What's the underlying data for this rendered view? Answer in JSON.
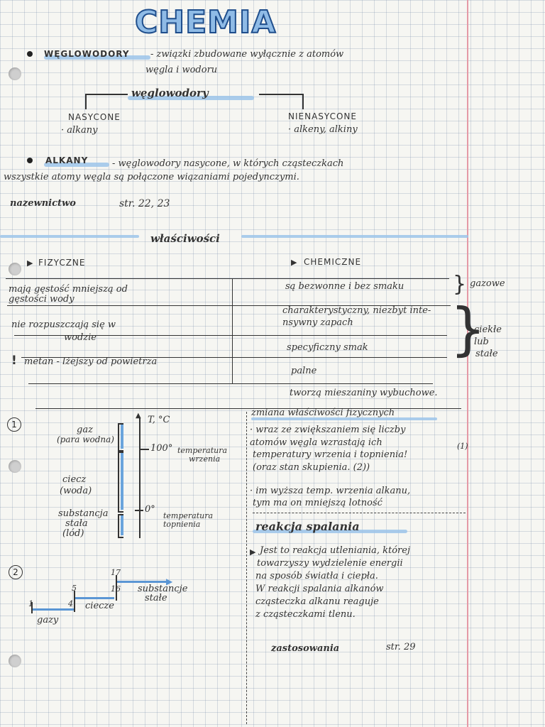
{
  "title": "CHEMIA",
  "section1": {
    "term": "WĘGLOWODORY",
    "def_line1": "- związki zbudowane wyłącznie z atomów",
    "def_line2": "węgla i wodoru"
  },
  "classification": {
    "center": "węglowodory",
    "left_title": "NASYCONE",
    "left_sub": "· alkany",
    "right_title": "NIENASYCONE",
    "right_sub": "· alkeny, alkiny"
  },
  "section2": {
    "term": "ALKANY",
    "def_line1": "- węglowodory nasycone, w których cząsteczkach",
    "def_line2": "wszystkie atomy węgla są połączone wiązaniami pojedynczymi."
  },
  "naming": {
    "label": "nazewnictwo",
    "ref": "str. 22, 23"
  },
  "properties": {
    "title": "właściwości",
    "physical_head": "FIZYCZNE",
    "chemical_head": "CHEMICZNE",
    "physical": [
      "mają gęstość mniejszą od",
      "gęstości wody",
      "nie rozpuszczają się w",
      "wodzie",
      "metan - lżejszy od powietrza"
    ],
    "exclaim": "!",
    "chemical": [
      "są bezwonne i bez smaku",
      "charakterystyczny, niezbyt inte-",
      "nsywny zapach",
      "specyficzny smak",
      "palne",
      "tworzą mieszaniny wybuchowe."
    ],
    "brace1": "gazowe",
    "brace2_line1": "ciekłe",
    "brace2_line2": "lub",
    "brace2_line3": "stałe"
  },
  "diagram1": {
    "num": "1",
    "axis": "T, °C",
    "gas_line1": "gaz",
    "gas_line2": "(para wodna)",
    "liquid_line1": "ciecz",
    "liquid_line2": "(woda)",
    "solid_line1": "substancja",
    "solid_line2": "stała",
    "solid_line3": "(lód)",
    "t100": "100°",
    "t100_label1": "temperatura",
    "t100_label2": "wrzenia",
    "t0": "0°",
    "t0_label1": "temperatura",
    "t0_label2": "topnienia"
  },
  "diagram2": {
    "num": "2",
    "n1": "1",
    "n4": "4",
    "n5": "5",
    "n16": "16",
    "n17": "17",
    "gases": "gazy",
    "liquids": "ciecze",
    "solids_line1": "substancje",
    "solids_line2": "stałe"
  },
  "notes": {
    "heading": "zmiana właściwości fizycznych",
    "b1_line1": "· wraz ze zwiększaniem się liczby",
    "b1_line2": "atomów węgla wzrastają ich",
    "b1_line3": "temperatury wrzenia i topnienia!",
    "b1_ref1": "(1)",
    "b1_line4": "(oraz stan skupienia. (2))",
    "b2_line1": "· im wyższa temp. wrzenia alkanu,",
    "b2_line2": "tym ma on mniejszą lotność",
    "reaction_title": "reakcja spalania",
    "r_line1": "Jest to reakcja utleniania, której",
    "r_line2": "towarzyszy wydzielenie energii",
    "r_line3": "na sposób światła i ciepła.",
    "r_line4": "W reakcji spalania alkanów",
    "r_line5": "cząsteczka alkanu reaguje",
    "r_line6": "z cząsteczkami tlenu.",
    "uses_label": "zastosowania",
    "uses_ref": "str. 29"
  }
}
